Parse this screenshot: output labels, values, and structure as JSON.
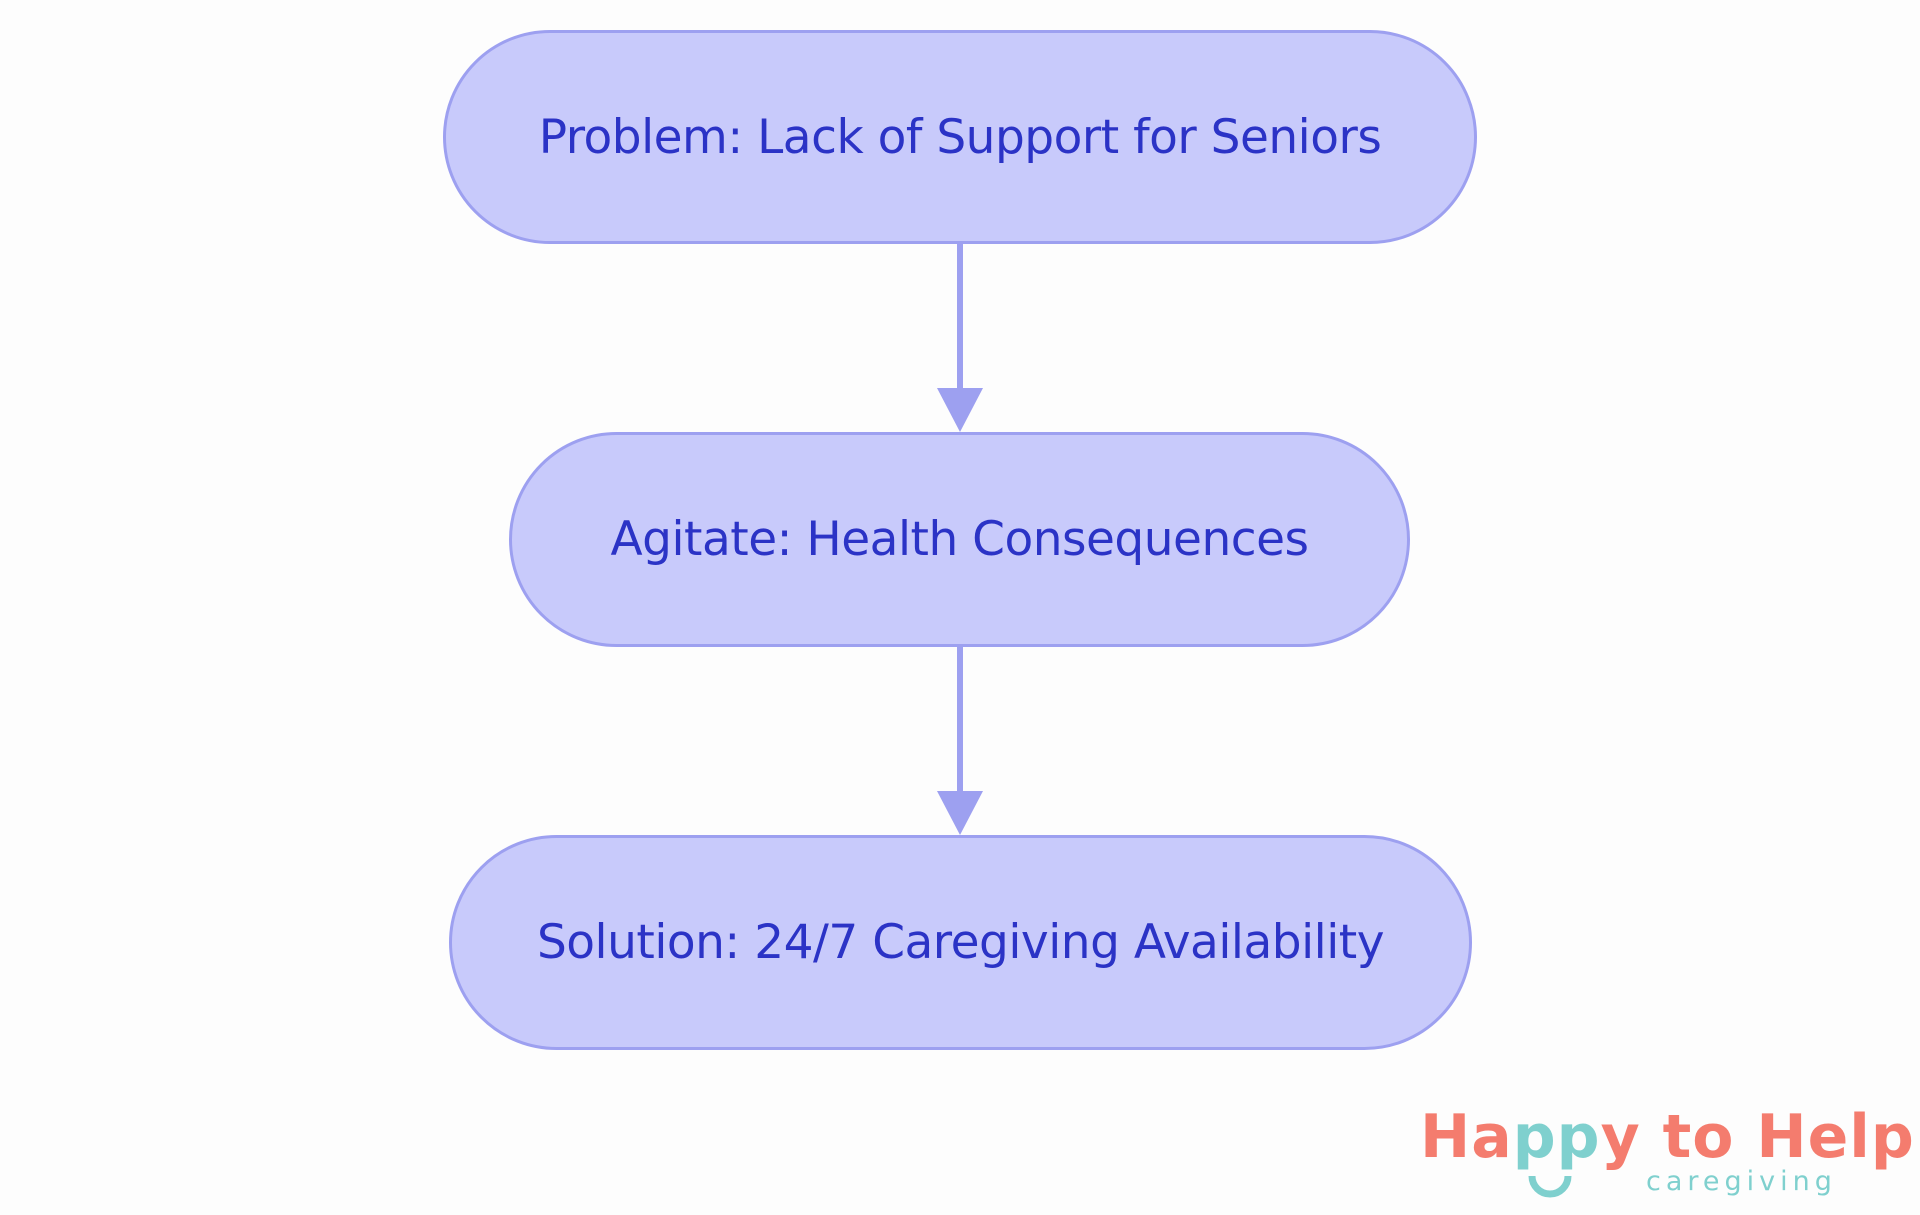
{
  "diagram": {
    "type": "flowchart",
    "direction": "top-to-bottom",
    "nodes": [
      {
        "id": "problem",
        "label": "Problem: Lack of Support for Seniors"
      },
      {
        "id": "agitate",
        "label": "Agitate: Health Consequences"
      },
      {
        "id": "solution",
        "label": "Solution: 24/7 Caregiving Availability"
      }
    ],
    "edges": [
      {
        "from": "problem",
        "to": "agitate"
      },
      {
        "from": "agitate",
        "to": "solution"
      }
    ],
    "colors": {
      "node_fill": "#c8cafb",
      "node_border": "#9da0f0",
      "node_text": "#2b33c6",
      "edge": "#9da0f0"
    }
  },
  "logo": {
    "part1": "Ha",
    "part2": "pp",
    "part3": "y to Help",
    "tagline": "caregiving",
    "colors": {
      "primary": "#f47c6e",
      "accent": "#7fd0ce"
    }
  }
}
